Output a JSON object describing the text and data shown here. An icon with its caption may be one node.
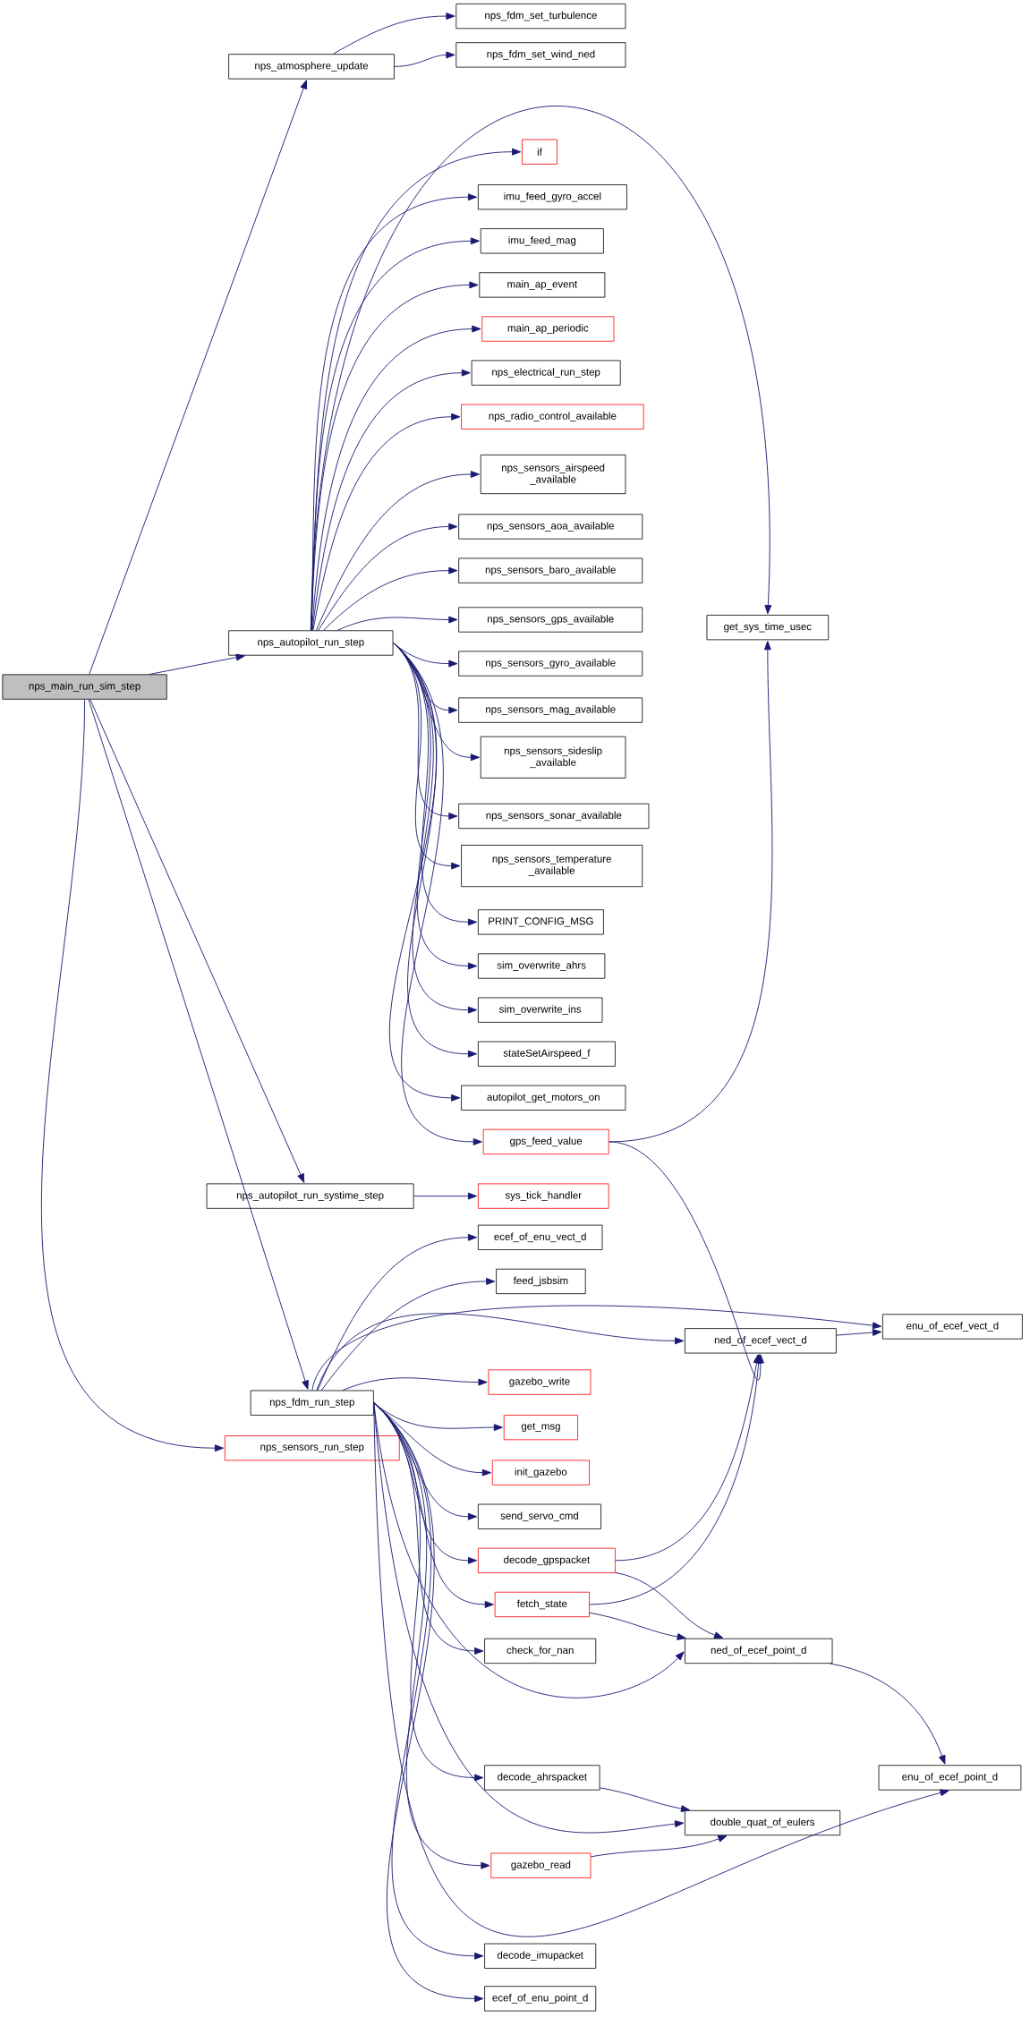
{
  "diagram": {
    "nodes": [
      {
        "text": [
          "nps_main_run_sim_step"
        ]
      },
      {
        "text": [
          "nps_atmosphere_update"
        ]
      },
      {
        "text": [
          "nps_fdm_set_turbulence"
        ]
      },
      {
        "text": [
          "nps_fdm_set_wind_ned"
        ]
      },
      {
        "text": [
          "nps_autopilot_run_step"
        ]
      },
      {
        "text": [
          "if"
        ]
      },
      {
        "text": [
          "imu_feed_gyro_accel"
        ]
      },
      {
        "text": [
          "imu_feed_mag"
        ]
      },
      {
        "text": [
          "main_ap_event"
        ]
      },
      {
        "text": [
          "main_ap_periodic"
        ]
      },
      {
        "text": [
          "nps_electrical_run_step"
        ]
      },
      {
        "text": [
          "nps_radio_control_available"
        ]
      },
      {
        "text": [
          "nps_sensors_airspeed _available"
        ]
      },
      {
        "text": [
          "nps_sensors_aoa_available"
        ]
      },
      {
        "text": [
          "nps_sensors_baro_available"
        ]
      },
      {
        "text": [
          "nps_sensors_gps_available"
        ]
      },
      {
        "text": [
          "nps_sensors_gyro_available"
        ]
      },
      {
        "text": [
          "nps_sensors_mag_available"
        ]
      },
      {
        "text": [
          "nps_sensors_sideslip _available"
        ]
      },
      {
        "text": [
          "nps_sensors_sonar_available"
        ]
      },
      {
        "text": [
          "nps_sensors_temperature _available"
        ]
      },
      {
        "text": [
          "PRINT_CONFIG_MSG"
        ]
      },
      {
        "text": [
          "sim_overwrite_ahrs"
        ]
      },
      {
        "text": [
          "sim_overwrite_ins"
        ]
      },
      {
        "text": [
          "stateSetAirspeed_f"
        ]
      },
      {
        "text": [
          "autopilot_get_motors_on"
        ]
      },
      {
        "text": [
          "gps_feed_value"
        ]
      },
      {
        "text": [
          "get_sys_time_usec"
        ]
      },
      {
        "text": [
          "nps_autopilot_run_systime_step"
        ]
      },
      {
        "text": [
          "sys_tick_handler"
        ]
      },
      {
        "text": [
          "nps_fdm_run_step"
        ]
      },
      {
        "text": [
          "nps_sensors_run_step"
        ]
      },
      {
        "text": [
          "ecef_of_enu_vect_d"
        ]
      },
      {
        "text": [
          "feed_jsbsim"
        ]
      },
      {
        "text": [
          "enu_of_ecef_vect_d"
        ]
      },
      {
        "text": [
          "ned_of_ecef_vect_d"
        ]
      },
      {
        "text": [
          "gazebo_write"
        ]
      },
      {
        "text": [
          "get_msg"
        ]
      },
      {
        "text": [
          "init_gazebo"
        ]
      },
      {
        "text": [
          "send_servo_cmd"
        ]
      },
      {
        "text": [
          "decode_gpspacket"
        ]
      },
      {
        "text": [
          "fetch_state"
        ]
      },
      {
        "text": [
          "check_for_nan"
        ]
      },
      {
        "text": [
          "ned_of_ecef_point_d"
        ]
      },
      {
        "text": [
          "decode_ahrspacket"
        ]
      },
      {
        "text": [
          "enu_of_ecef_point_d"
        ]
      },
      {
        "text": [
          "double_quat_of_eulers"
        ]
      },
      {
        "text": [
          "gazebo_read"
        ]
      },
      {
        "text": [
          "decode_imupacket"
        ]
      },
      {
        "text": [
          "ecef_of_enu_point_d"
        ]
      }
    ],
    "edges": [
      {
        "from": 0,
        "to": 1,
        "arrow": "to"
      },
      {
        "from": 0,
        "to": 4,
        "arrow": "to"
      },
      {
        "from": 0,
        "to": 28,
        "arrow": "to"
      },
      {
        "from": 0,
        "to": 30,
        "arrow": "to"
      },
      {
        "from": 0,
        "to": 31,
        "arrow": "to"
      },
      {
        "from": 1,
        "to": 2,
        "arrow": "to"
      },
      {
        "from": 1,
        "to": 3,
        "arrow": "to"
      },
      {
        "from": 4,
        "to": 27,
        "arrow": "to"
      },
      {
        "from": 4,
        "to": 5,
        "arrow": "to"
      },
      {
        "from": 4,
        "to": 6,
        "arrow": "to"
      },
      {
        "from": 4,
        "to": 7,
        "arrow": "to"
      },
      {
        "from": 4,
        "to": 8,
        "arrow": "to"
      },
      {
        "from": 4,
        "to": 9,
        "arrow": "to"
      },
      {
        "from": 4,
        "to": 10,
        "arrow": "to"
      },
      {
        "from": 4,
        "to": 11,
        "arrow": "to"
      },
      {
        "from": 4,
        "to": 12,
        "arrow": "to"
      },
      {
        "from": 4,
        "to": 13,
        "arrow": "to"
      },
      {
        "from": 4,
        "to": 14,
        "arrow": "to"
      },
      {
        "from": 4,
        "to": 15,
        "arrow": "to"
      },
      {
        "from": 4,
        "to": 16,
        "arrow": "to"
      },
      {
        "from": 4,
        "to": 17,
        "arrow": "to"
      },
      {
        "from": 4,
        "to": 18,
        "arrow": "to"
      },
      {
        "from": 4,
        "to": 19,
        "arrow": "to"
      },
      {
        "from": 4,
        "to": 20,
        "arrow": "to"
      },
      {
        "from": 4,
        "to": 21,
        "arrow": "to"
      },
      {
        "from": 4,
        "to": 22,
        "arrow": "to"
      },
      {
        "from": 4,
        "to": 23,
        "arrow": "to"
      },
      {
        "from": 4,
        "to": 24,
        "arrow": "to"
      },
      {
        "from": 4,
        "to": 25,
        "arrow": "to"
      },
      {
        "from": 4,
        "to": 26,
        "arrow": "to"
      },
      {
        "from": 26,
        "to": 27,
        "arrow": "to"
      },
      {
        "from": 26,
        "to": 35,
        "arrow": "to"
      },
      {
        "from": 28,
        "to": 29,
        "arrow": "to"
      },
      {
        "from": 30,
        "to": 32,
        "arrow": "to"
      },
      {
        "from": 30,
        "to": 33,
        "arrow": "to"
      },
      {
        "from": 30,
        "to": 34,
        "arrow": "to"
      },
      {
        "from": 30,
        "to": 35,
        "arrow": "to"
      },
      {
        "from": 30,
        "to": 36,
        "arrow": "to"
      },
      {
        "from": 30,
        "to": 37,
        "arrow": "to"
      },
      {
        "from": 30,
        "to": 38,
        "arrow": "to"
      },
      {
        "from": 30,
        "to": 39,
        "arrow": "to"
      },
      {
        "from": 30,
        "to": 40,
        "arrow": "to"
      },
      {
        "from": 30,
        "to": 41,
        "arrow": "to"
      },
      {
        "from": 30,
        "to": 42,
        "arrow": "to"
      },
      {
        "from": 30,
        "to": 43,
        "arrow": "to"
      },
      {
        "from": 30,
        "to": 44,
        "arrow": "to"
      },
      {
        "from": 30,
        "to": 46,
        "arrow": "to"
      },
      {
        "from": 30,
        "to": 45,
        "arrow": "to"
      },
      {
        "from": 30,
        "to": 47,
        "arrow": "to"
      },
      {
        "from": 30,
        "to": 48,
        "arrow": "to"
      },
      {
        "from": 30,
        "to": 49,
        "arrow": "to"
      },
      {
        "from": 35,
        "to": 34,
        "arrow": "to"
      },
      {
        "from": 40,
        "to": 35,
        "arrow": "to"
      },
      {
        "from": 40,
        "to": 43,
        "arrow": "to"
      },
      {
        "from": 41,
        "to": 35,
        "arrow": "to"
      },
      {
        "from": 41,
        "to": 43,
        "arrow": "to"
      },
      {
        "from": 43,
        "to": 45,
        "arrow": "to"
      },
      {
        "from": 44,
        "to": 46,
        "arrow": "to"
      },
      {
        "from": 47,
        "to": 46,
        "arrow": "to"
      }
    ]
  }
}
